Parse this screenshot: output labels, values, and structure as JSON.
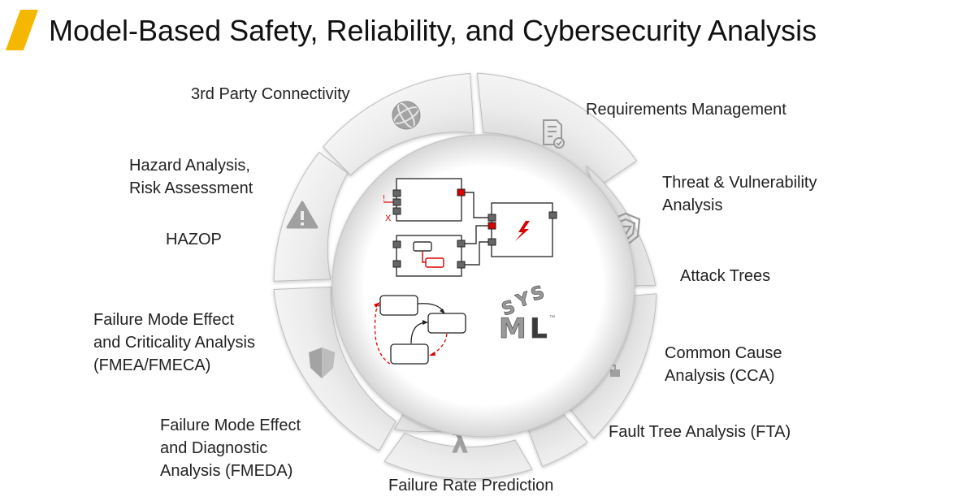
{
  "title": "Model-Based Safety, Reliability, and Cybersecurity Analysis",
  "colors": {
    "accent": "#F5B700",
    "segment": "#e8e8e8",
    "icon": "#a0a0a0",
    "highlight": "#d80000"
  },
  "segments": [
    {
      "label": "3rd Party Connectivity",
      "icon": "globe-icon"
    },
    {
      "label": "Requirements Management",
      "icon": "document-check-icon"
    },
    {
      "label": "Threat & Vulnerability\nAnalysis",
      "icon": "shield-crest-icon"
    },
    {
      "label": "Attack Trees",
      "icon": ""
    },
    {
      "label": "Common Cause\nAnalysis (CCA)",
      "icon": "hierarchy-icon"
    },
    {
      "label": "Fault Tree Analysis (FTA)",
      "icon": ""
    },
    {
      "label": "Failure Rate Prediction",
      "icon": "lambda-icon"
    },
    {
      "label": "Failure Mode Effect\nand Diagnostic\nAnalysis (FMEDA)",
      "icon": ""
    },
    {
      "label": "Failure Mode Effect\nand Criticality Analysis\n(FMEA/FMECA)",
      "icon": "shield-icon"
    },
    {
      "label": "HAZOP",
      "icon": ""
    },
    {
      "label": "Hazard Analysis,\nRisk Assessment",
      "icon": "warning-triangle-icon"
    }
  ],
  "center": {
    "lambda_symbol": "λ",
    "port_markers": [
      "!",
      "X"
    ],
    "logo_letters": [
      "S",
      "Y",
      "S",
      "M",
      "L"
    ],
    "trademark": "™"
  }
}
